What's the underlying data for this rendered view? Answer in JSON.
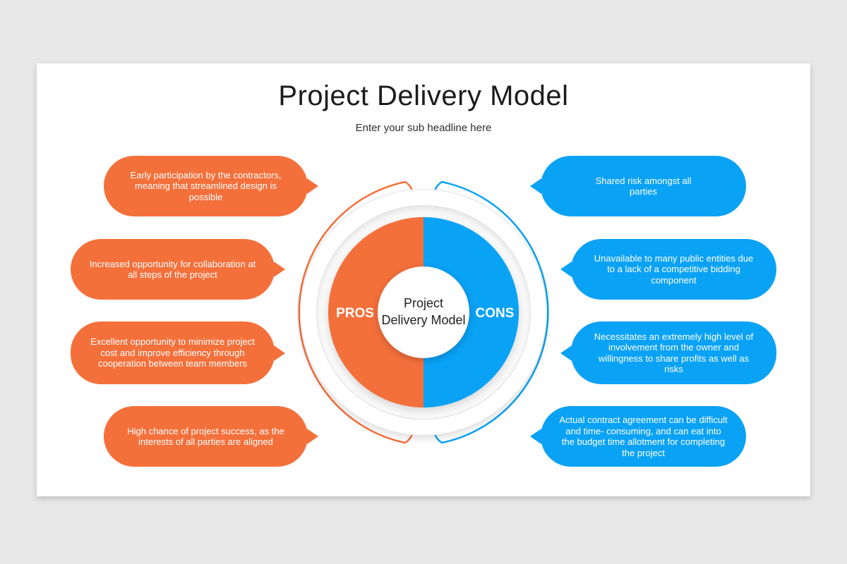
{
  "title": "Project Delivery Model",
  "subtitle": "Enter your sub headline here",
  "center": {
    "line1": "Project",
    "line2": "Delivery Model",
    "left_label": "PROS",
    "right_label": "CONS"
  },
  "pros": [
    {
      "text": "Early participation by the contractors, meaning that streamlined design is possible"
    },
    {
      "text": "Increased opportunity for collaboration at all steps of the project"
    },
    {
      "text": "Excellent opportunity to minimize project cost and improve efficiency through cooperation between team members"
    },
    {
      "text": "High chance of project success, as the interests of all parties are aligned"
    }
  ],
  "cons": [
    {
      "text": "Shared risk amongst all parties"
    },
    {
      "text": "Unavailable to many public entities due to a lack of a competitive bidding component"
    },
    {
      "text": "Necessitates an extremely high level of involvement from the owner and willingness to share profits as well as risks"
    },
    {
      "text": "Actual contract agreement can be difficult and time- consuming, and can eat into the budget time allotment for completing the project"
    }
  ],
  "colors": {
    "pros": "#F4703B",
    "cons": "#0AA2F5",
    "background": "#E8E8E8",
    "slide": "#FFFFFF"
  }
}
